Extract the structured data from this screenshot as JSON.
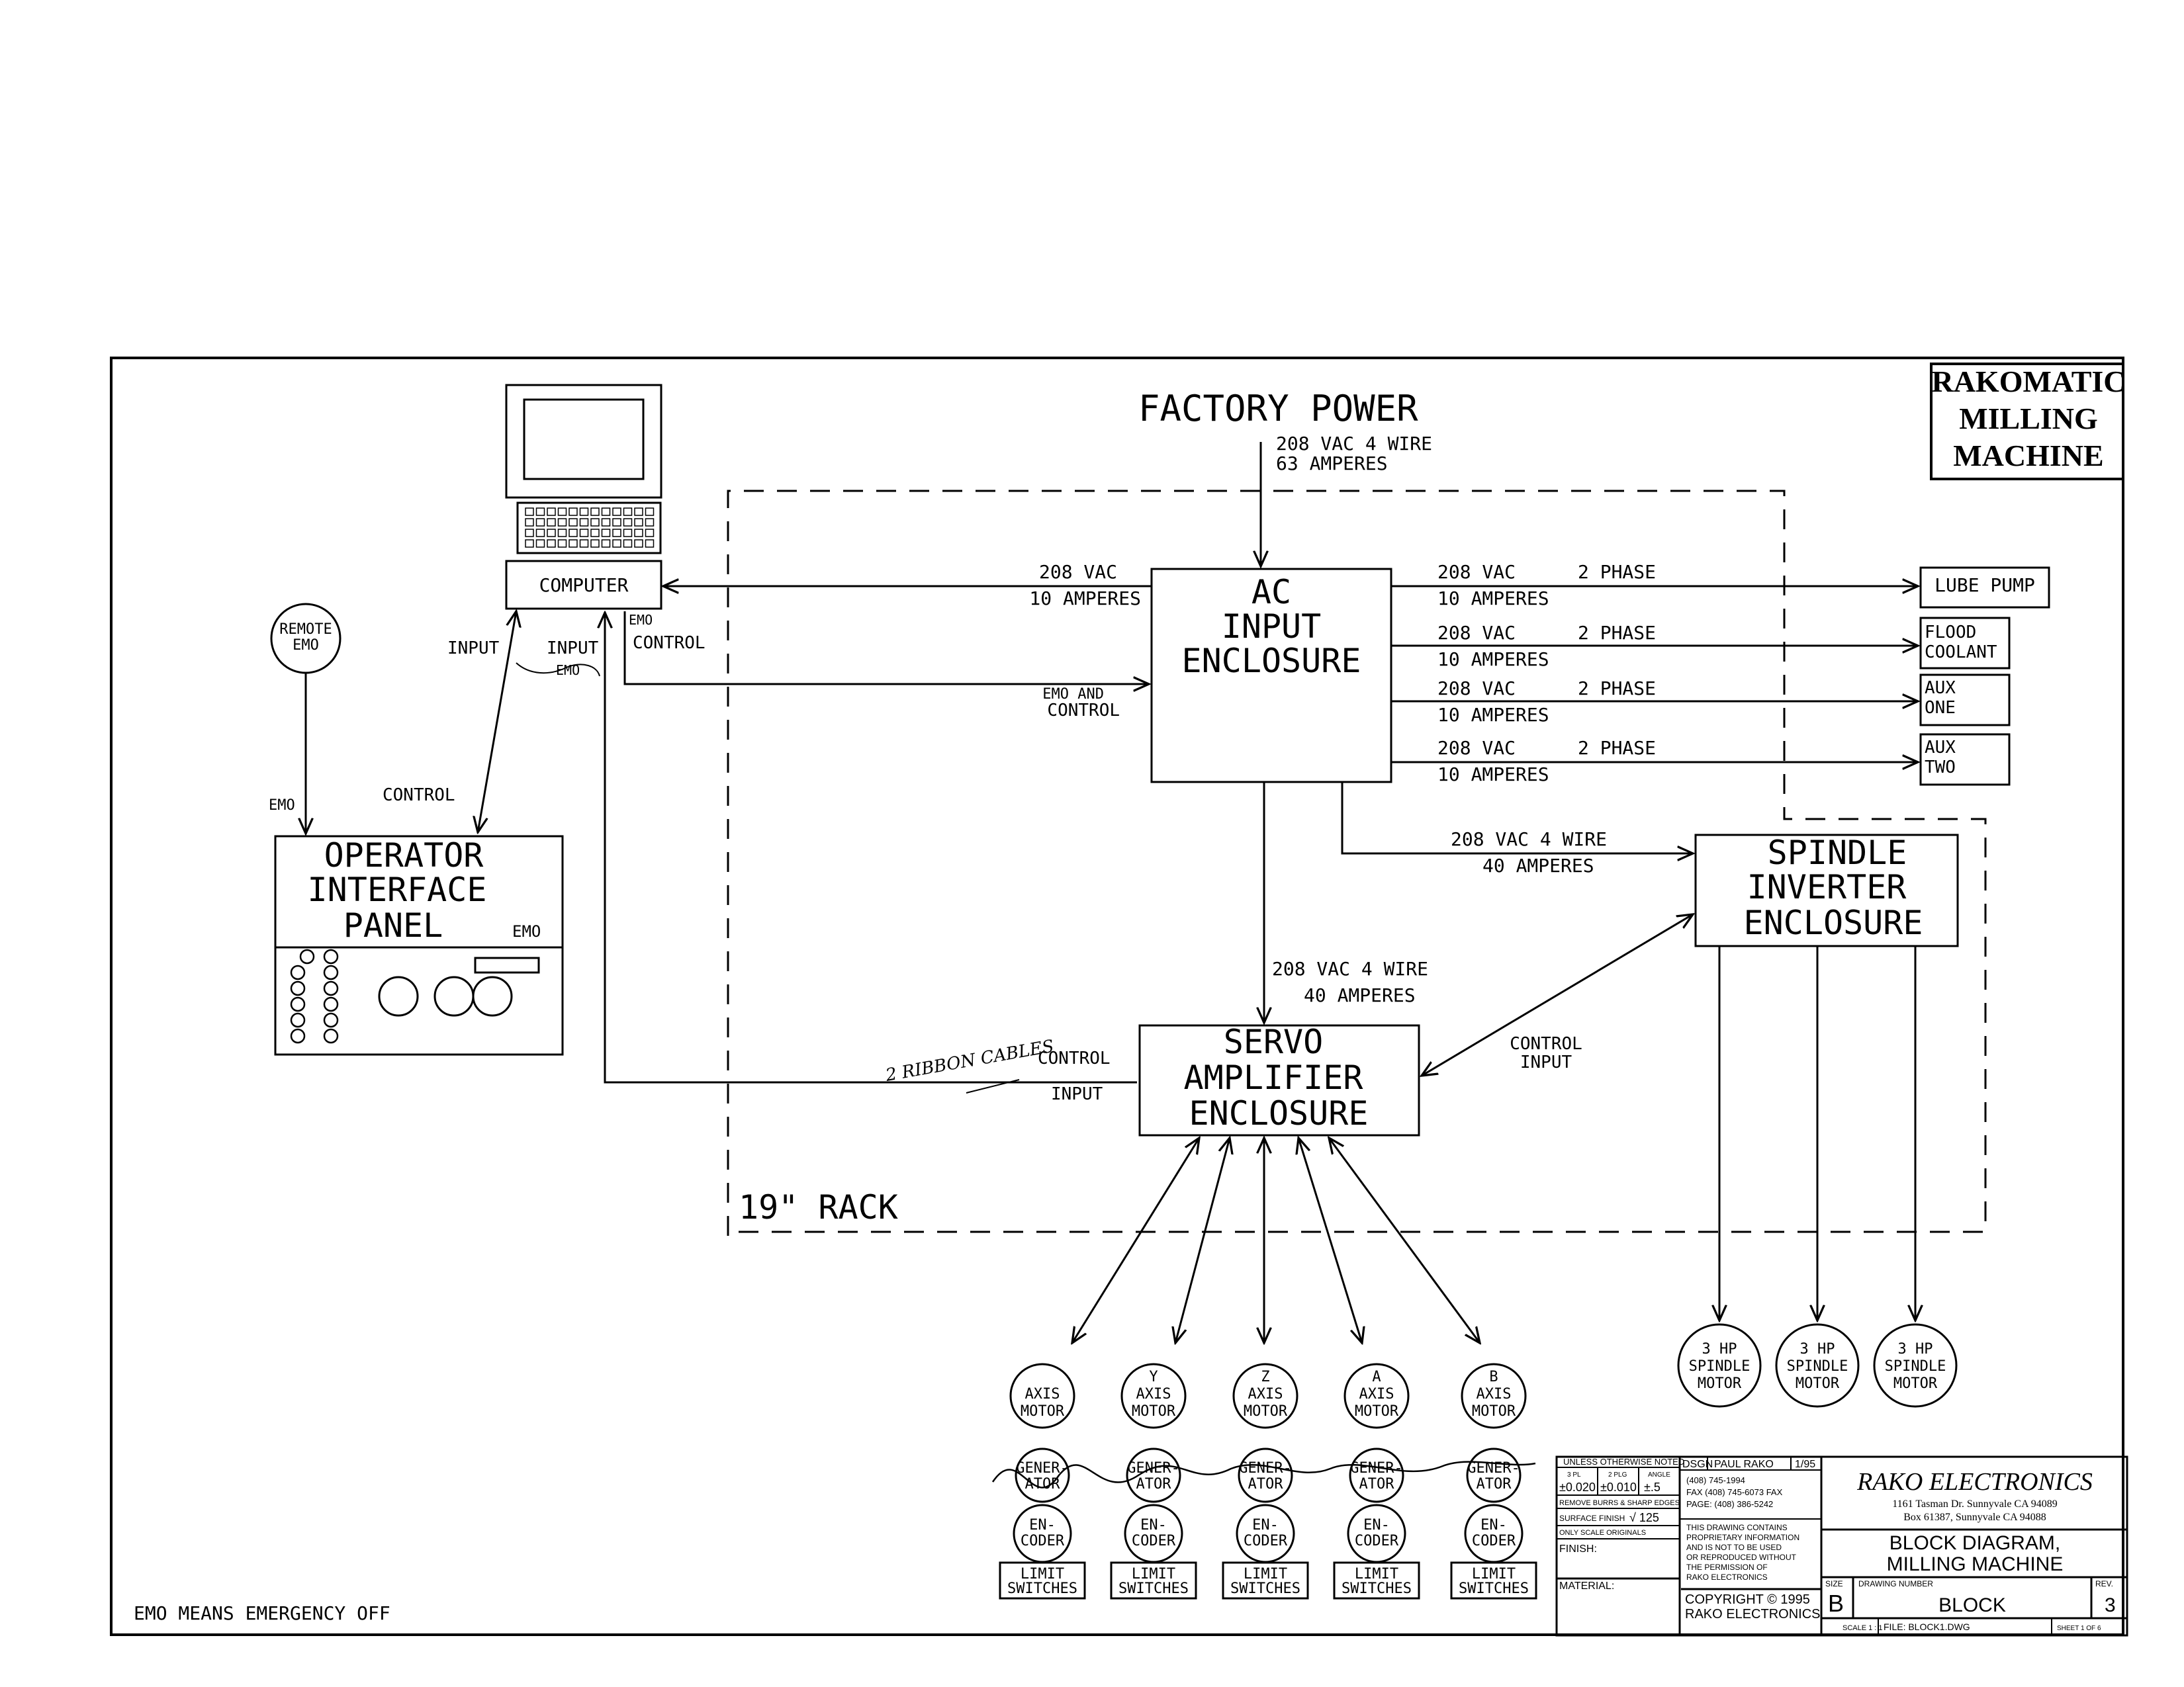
{
  "factory_power": {
    "title": "FACTORY POWER",
    "line1": "208 VAC 4 WIRE",
    "line2": "63 AMPERES"
  },
  "title_box": {
    "line1": "RAKOMATIC",
    "line2": "MILLING",
    "line3": "MACHINE"
  },
  "computer": {
    "label": "COMPUTER"
  },
  "remote_emo": {
    "line1": "REMOTE",
    "line2": "EMO"
  },
  "labels": {
    "input_left": "INPUT",
    "input_right": "INPUT",
    "emo_small": "EMO",
    "emo_control_1": "EMO",
    "emo_control_2": "CONTROL",
    "control_left": "CONTROL",
    "emo_left": "EMO",
    "comp_ac_1": "208 VAC",
    "comp_ac_2": "10 AMPERES",
    "emo_and_1": "EMO AND",
    "emo_and_2": "CONTROL",
    "servo_control": "CONTROL",
    "servo_input": "INPUT",
    "handwritten": "2 RIBBON CABLES",
    "ac_servo_1": "208 VAC 4 WIRE",
    "ac_servo_2": "40 AMPERES",
    "ac_spindle_1": "208 VAC 4 WIRE",
    "ac_spindle_2": "40 AMPERES",
    "spindle_control_1": "CONTROL",
    "spindle_control_2": "INPUT",
    "rack": "19\" RACK",
    "emo_note": "EMO MEANS EMERGENCY OFF"
  },
  "operator_panel": {
    "line1": "OPERATOR",
    "line2": "INTERFACE",
    "line3": "PANEL",
    "emo": "EMO"
  },
  "ac_enclosure": {
    "line1": "AC",
    "line2": "INPUT",
    "line3": "ENCLOSURE"
  },
  "spindle_enclosure": {
    "line1": "SPINDLE",
    "line2": "INVERTER",
    "line3": "ENCLOSURE"
  },
  "servo_enclosure": {
    "line1": "SERVO",
    "line2": "AMPLIFIER",
    "line3": "ENCLOSURE"
  },
  "outputs": [
    {
      "v": "208 VAC",
      "p": "2 PHASE",
      "a": "10 AMPERES",
      "l1": "LUBE PUMP",
      "l2": ""
    },
    {
      "v": "208 VAC",
      "p": "2 PHASE",
      "a": "10 AMPERES",
      "l1": "FLOOD",
      "l2": "COOLANT"
    },
    {
      "v": "208 VAC",
      "p": "2 PHASE",
      "a": "10 AMPERES",
      "l1": "AUX",
      "l2": "ONE"
    },
    {
      "v": "208 VAC",
      "p": "2 PHASE",
      "a": "10 AMPERES",
      "l1": "AUX",
      "l2": "TWO"
    }
  ],
  "axes": [
    {
      "a1": "",
      "a2": "AXIS",
      "a3": "MOTOR"
    },
    {
      "a1": "Y",
      "a2": "AXIS",
      "a3": "MOTOR"
    },
    {
      "a1": "Z",
      "a2": "AXIS",
      "a3": "MOTOR"
    },
    {
      "a1": "A",
      "a2": "AXIS",
      "a3": "MOTOR"
    },
    {
      "a1": "B",
      "a2": "AXIS",
      "a3": "MOTOR"
    }
  ],
  "axis_parts": {
    "gen1": "GENER-",
    "gen2": "ATOR",
    "enc1": "EN-",
    "enc2": "CODER",
    "lim1": "LIMIT",
    "lim2": "SWITCHES"
  },
  "spindle_motors": [
    {
      "l1": "3 HP",
      "l2": "SPINDLE",
      "l3": "MOTOR"
    },
    {
      "l1": "3 HP",
      "l2": "SPINDLE",
      "l3": "MOTOR"
    },
    {
      "l1": "3 HP",
      "l2": "SPINDLE",
      "l3": "MOTOR"
    }
  ],
  "title_block": {
    "tol_hdr": "UNLESS OTHERWISE NOTED",
    "tol_3pl": "3 PL",
    "tol_2pl": "2 PLG",
    "tol_ang": "ANGLE",
    "tol_v1": "±0.020",
    "tol_v2": "±0.010",
    "tol_v3": "±.5",
    "burrs": "REMOVE BURRS & SHARP EDGES",
    "surface": "SURFACE FINISH",
    "surface_val": "√ 125",
    "only_scale": "ONLY SCALE ORIGINALS",
    "finish": "FINISH:",
    "material": "MATERIAL:",
    "dsgn": "DSGN",
    "designer": "PAUL RAKO",
    "date": "1/95",
    "phone1": "(408) 745-1994",
    "phone2": "FAX (408) 745-6073 FAX",
    "phone3": "PAGE: (408) 386-5242",
    "prop1": "THIS DRAWING CONTAINS",
    "prop2": "PROPRIETARY INFORMATION",
    "prop3": "AND IS NOT TO BE USED",
    "prop4": "OR REPRODUCED WITHOUT",
    "prop5": "THE PERMISSION OF",
    "prop6": "RAKO ELECTRONICS",
    "copyright1": "COPYRIGHT © 1995",
    "copyright2": "RAKO ELECTRONICS",
    "company": "RAKO ELECTRONICS",
    "addr1": "1161 Tasman Dr. Sunnyvale CA 94089",
    "addr2": "Box 61387, Sunnyvale CA 94088",
    "dtitle1": "BLOCK DIAGRAM,",
    "dtitle2": "MILLING MACHINE",
    "size_lbl": "SIZE",
    "size": "B",
    "dwg_lbl": "DRAWING NUMBER",
    "dwg": "BLOCK",
    "rev_lbl": "REV.",
    "rev": "3",
    "scale": "SCALE 1 : 1",
    "file": "FILE: BLOCK1.DWG",
    "sheet": "SHEET 1 OF 6"
  }
}
